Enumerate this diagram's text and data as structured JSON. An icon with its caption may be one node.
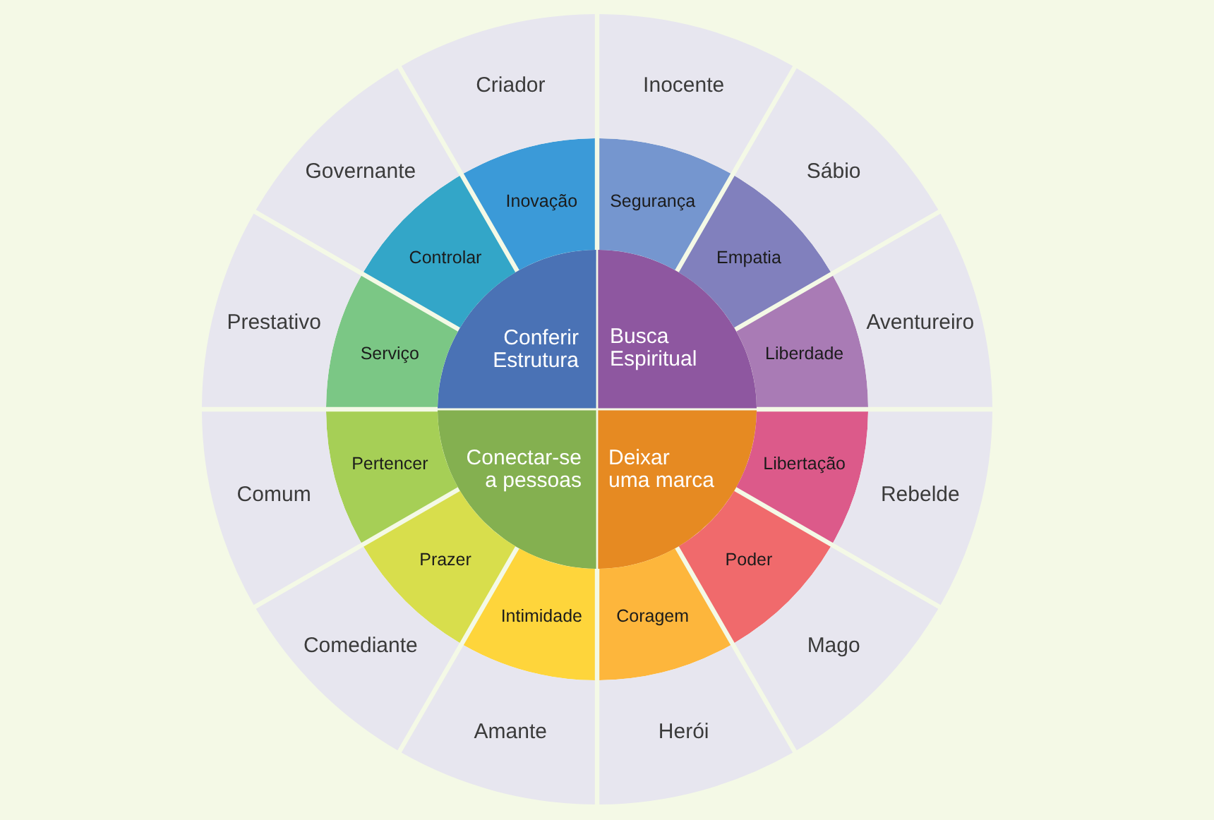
{
  "diagram": {
    "nodes": [
      {
        "text": [
          "Conferir Estrutura"
        ]
      },
      {
        "text": [
          "Inovação"
        ]
      },
      {
        "text": [
          "Controlar"
        ]
      },
      {
        "text": [
          "Serviço"
        ]
      },
      {
        "text": [
          "Criador"
        ]
      },
      {
        "text": [
          "Governante"
        ]
      },
      {
        "text": [
          "Prestativo"
        ]
      },
      {
        "text": [
          "Busca Espiritual"
        ]
      },
      {
        "text": [
          "Segurança"
        ]
      },
      {
        "text": [
          "Empatia"
        ]
      },
      {
        "text": [
          "Liberdade"
        ]
      },
      {
        "text": [
          "Inocente"
        ]
      },
      {
        "text": [
          "Sábio"
        ]
      },
      {
        "text": [
          "Aventureiro"
        ]
      },
      {
        "text": [
          "Conectar-se a pessoas"
        ]
      },
      {
        "text": [
          "Pertencer"
        ]
      },
      {
        "text": [
          "Prazer"
        ]
      },
      {
        "text": [
          "Intimidade"
        ]
      },
      {
        "text": [
          "Comum"
        ]
      },
      {
        "text": [
          "Comediante"
        ]
      },
      {
        "text": [
          "Amante"
        ]
      },
      {
        "text": [
          "Deixar uma marca"
        ]
      },
      {
        "text": [
          "Libertação"
        ]
      },
      {
        "text": [
          "Poder"
        ]
      },
      {
        "text": [
          "Coragem"
        ]
      },
      {
        "text": [
          "Rebelde"
        ]
      },
      {
        "text": [
          "Mago"
        ]
      },
      {
        "text": [
          "Herói"
        ]
      }
    ]
  }
}
